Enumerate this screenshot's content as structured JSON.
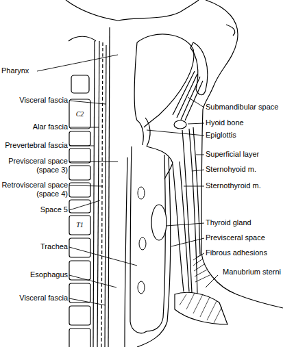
{
  "diagram": {
    "labels": [
      "Pharynx",
      "Visceral fascia",
      "C2",
      "Alar fascia",
      "Prevertebral fascia",
      "Previsceral space (space 3)",
      "Retrovisceral space (space 4)",
      "Space 5",
      "T1",
      "Trachea",
      "Esophagus",
      "Visceral fascia",
      "Submandibular space",
      "Hyoid bone",
      "Epiglottis",
      "Superficial layer",
      "Sternohyoid m.",
      "Sternothyroid m.",
      "Thyroid gland",
      "Previsceral space",
      "Fibrous adhesions",
      "Manubrium sterni"
    ]
  }
}
